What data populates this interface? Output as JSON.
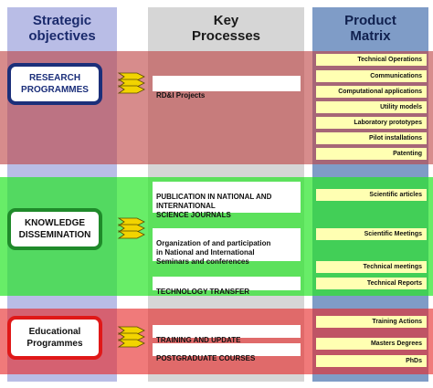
{
  "headers": {
    "objectives": "Strategic\nobjectives",
    "processes": "Key\nProcesses",
    "products": "Product\nMatrix"
  },
  "objectives": {
    "research": "RESEARCH\nPROGRAMMES",
    "knowledge": "KNOWLEDGE\nDISSEMINATION",
    "education": "Educational\nProgrammes"
  },
  "processes": {
    "research": [
      "RD&I Projects"
    ],
    "knowledge": [
      "PUBLICATION IN NATIONAL AND\nINTERNATIONAL\nSCIENCE JOURNALS",
      "Organization of and participation\nin National and International\nSeminars and conferences",
      "TECHNOLOGY TRANSFER"
    ],
    "education": [
      "TRAINING AND UPDATE",
      "POSTGRADUATE COURSES"
    ]
  },
  "products": {
    "research": [
      "Technical Operations",
      "Communications",
      "Computational applications",
      "Utility models",
      "Laboratory prototypes",
      "Pilot installations",
      "Patenting"
    ],
    "knowledge": [
      "Scientific articles",
      "Scientific Meetings",
      "Technical meetings",
      "Technical Reports"
    ],
    "education": [
      "Training Actions",
      "Masters Degrees",
      "PhDs"
    ]
  },
  "colors": {
    "research_band": "#be4646",
    "knowledge_band": "#28e628",
    "education_band": "#e62828",
    "arrow_fill": "#f2d400",
    "product_fill": "#ffffb2"
  }
}
